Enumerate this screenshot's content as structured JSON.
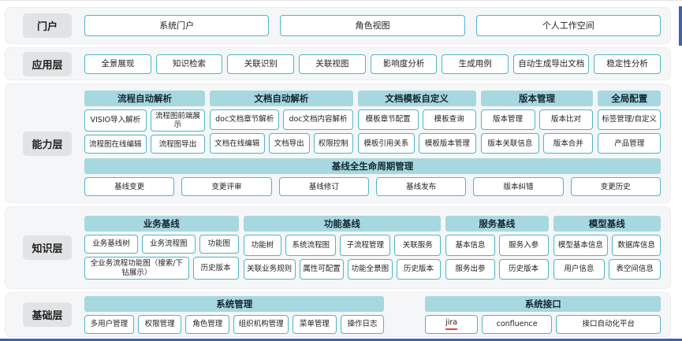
{
  "colors": {
    "header_bg": "#a7d8e0",
    "box_border": "#4fb6c6",
    "label_bg": "#e2e3e5",
    "row_bg": "#f5f6f7",
    "accent_blue": "#3a63b0",
    "jira_underline": "#e24545"
  },
  "portal": {
    "label": "门户",
    "items": [
      "系统门户",
      "角色视图",
      "个人工作空间"
    ]
  },
  "app": {
    "label": "应用层",
    "items": [
      "全景展现",
      "知识检索",
      "关联识别",
      "关联视图",
      "影响度分析",
      "生成用例",
      "自动生成导出文档",
      "稳定性分析"
    ]
  },
  "cap": {
    "label": "能力层",
    "g0": {
      "header": "流程自动解析",
      "r0": [
        "VISIO导入解析",
        "流程图前端展示"
      ],
      "r1": [
        "流程图在线编辑",
        "流程图导出"
      ]
    },
    "g1": {
      "header": "文档自动解析",
      "r0": [
        "doc文档章节解析",
        "doc文档内容解析"
      ],
      "r1": [
        "文档在线编辑",
        "文档导出",
        "权限控制"
      ]
    },
    "g2": {
      "header": "文档模板自定义",
      "r0": [
        "模板章节配置",
        "模板查询"
      ],
      "r1": [
        "模板引用关系",
        "模板版本管理"
      ]
    },
    "g3": {
      "header": "版本管理",
      "r0": [
        "版本管理",
        "版本比对"
      ],
      "r1": [
        "版本关联信息",
        "版本合并"
      ]
    },
    "g4": {
      "header": "全局配置",
      "r0": [
        "标签管理/自定义"
      ],
      "r1": [
        "产品管理"
      ]
    },
    "baseline": {
      "header": "基线全生命周期管理",
      "items": [
        "基线变更",
        "变更评审",
        "基线修订",
        "基线发布",
        "版本纠错",
        "变更历史"
      ]
    }
  },
  "know": {
    "label": "知识层",
    "g0": {
      "header": "业务基线",
      "r0": [
        "业务基线树",
        "业务流程图",
        "功能图"
      ],
      "r1": [
        "全业务流程功能图（搜索/下钻展示）",
        "历史版本"
      ]
    },
    "g1": {
      "header": "功能基线",
      "r0": [
        "功能树",
        "系统流程图",
        "子流程管理",
        "关联服务"
      ],
      "r1": [
        "关联业务规则",
        "属性可配置",
        "功能全景图",
        "历史版本"
      ]
    },
    "g2": {
      "header": "服务基线",
      "r0": [
        "基本信息",
        "服务入参"
      ],
      "r1": [
        "服务出参",
        "历史版本"
      ]
    },
    "g3": {
      "header": "模型基线",
      "r0": [
        "模型基本信息",
        "数据库信息"
      ],
      "r1": [
        "用户信息",
        "表空间信息"
      ]
    }
  },
  "base": {
    "label": "基础层",
    "g0": {
      "header": "系统管理",
      "items": [
        "多用户管理",
        "权限管理",
        "角色管理",
        "组织机构管理",
        "菜单管理",
        "操作日志"
      ]
    },
    "g1": {
      "header": "系统接口",
      "items": [
        "jira",
        "confluence",
        "接口自动化平台"
      ]
    }
  }
}
